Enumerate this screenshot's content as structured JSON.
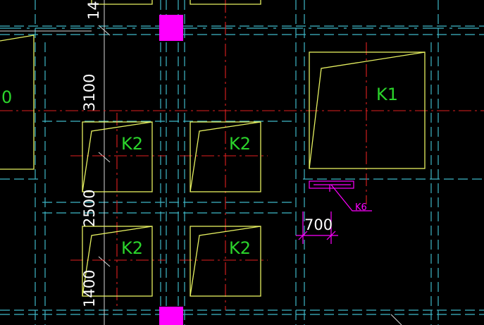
{
  "colors": {
    "background": "#000000",
    "cyan": "#3fb8c8",
    "white": "#ffffff",
    "red": "#e02020",
    "yellow": "#e6f060",
    "green": "#2bd42b",
    "magenta": "#ff00ff"
  },
  "labels": {
    "left_partial": "0",
    "k1": "K1",
    "k2_top_left": "K2",
    "k2_top_right": "K2",
    "k2_bottom_left": "K2",
    "k2_bottom_right": "K2",
    "k6": "K6"
  },
  "dimensions": {
    "top_partial": "14",
    "d3100": "3100",
    "d2500": "2500",
    "d1400": "1400",
    "d700": "700"
  }
}
